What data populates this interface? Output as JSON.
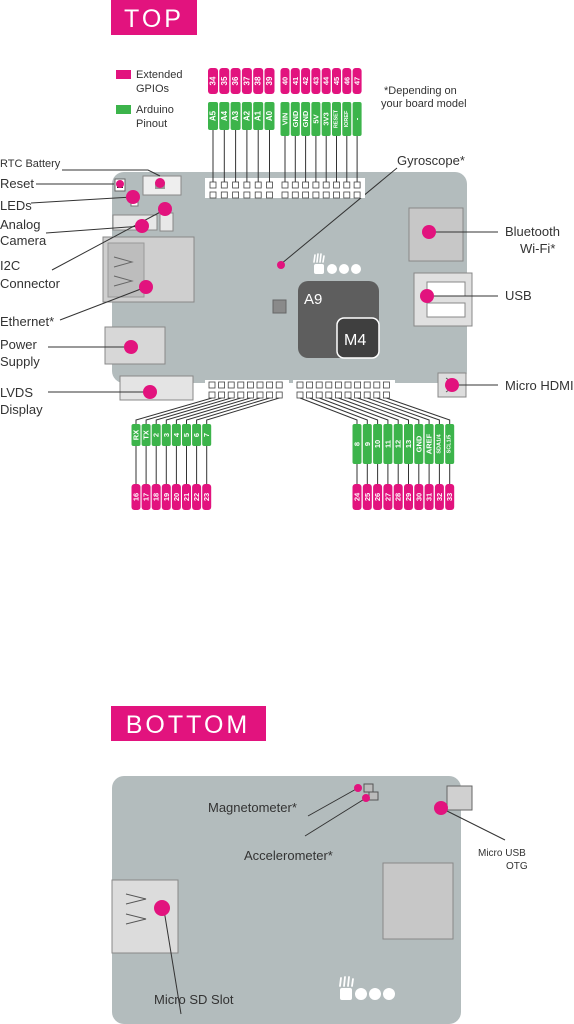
{
  "top_title": "TOP",
  "bottom_title": "BOTTOM",
  "legend": {
    "extended": "Extended",
    "gpios": "GPIOs",
    "arduino": "Arduino",
    "pinout": "Pinout",
    "note_line1": "*Depending on",
    "note_line2": "your board model"
  },
  "colors": {
    "magenta": "#e2137e",
    "green": "#3cb44b",
    "board": "#b3bcbd"
  },
  "top_left_labels": {
    "rtc_battery": "RTC Battery",
    "reset": "Reset",
    "leds": "LEDs",
    "analog": "Analog",
    "camera": "Camera",
    "i2c": "I2C",
    "connector": "Connector",
    "ethernet": "Ethernet*",
    "power": "Power",
    "supply": "Supply",
    "lvds": "LVDS",
    "display": "Display"
  },
  "top_right_labels": {
    "gyroscope": "Gyroscope*",
    "bluetooth": "Bluetooth",
    "wifi": "Wi-Fi*",
    "usb": "USB",
    "micro_hdmi": "Micro HDMI"
  },
  "chips": {
    "a9": "A9",
    "m4": "M4"
  },
  "header_top_left": {
    "pins": [
      "34",
      "35",
      "36",
      "37",
      "38",
      "39"
    ],
    "arduino": [
      "A5",
      "A4",
      "A3",
      "A2",
      "A1",
      "A0"
    ]
  },
  "header_top_right": {
    "pins": [
      "40",
      "41",
      "42",
      "43",
      "44",
      "45",
      "46",
      "47"
    ],
    "arduino": [
      "VIN",
      "GND",
      "GND",
      "5V",
      "3V3",
      "RESET",
      "IOREF",
      "-"
    ]
  },
  "header_bottom_left": {
    "arduino": [
      "RX",
      "TX",
      "2",
      "3",
      "4",
      "5",
      "6",
      "7"
    ],
    "pins": [
      "16",
      "17",
      "18",
      "19",
      "20",
      "21",
      "22",
      "23"
    ]
  },
  "header_bottom_right": {
    "arduino": [
      "8",
      "9",
      "10",
      "11",
      "12",
      "13",
      "GND",
      "AREF",
      "SDA1/4",
      "SCL1/5"
    ],
    "pins": [
      "24",
      "25",
      "26",
      "27",
      "28",
      "29",
      "30",
      "31",
      "32",
      "33"
    ]
  },
  "bottom_labels": {
    "magnetometer": "Magnetometer*",
    "accelerometer": "Accelerometer*",
    "micro_usb": "Micro USB",
    "otg": "OTG",
    "micro_sd": "Micro SD Slot"
  }
}
